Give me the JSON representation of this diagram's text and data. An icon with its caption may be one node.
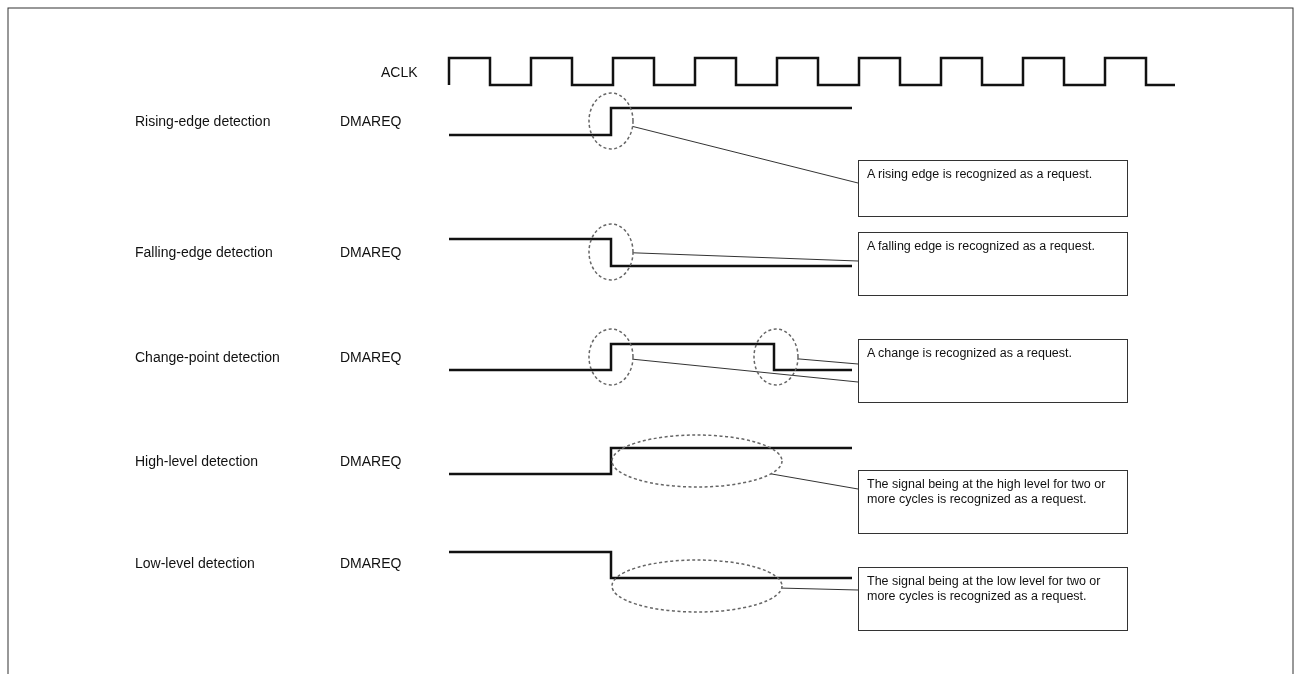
{
  "diagram": {
    "nodes": [
      {
        "text": [],
        "shape": "ellipse"
      },
      {
        "text": [
          "A rising edge is recognized as a request."
        ]
      },
      {
        "text": [],
        "shape": "ellipse"
      },
      {
        "text": [
          "A falling edge is recognized as a request."
        ]
      },
      {
        "text": [],
        "shape": "ellipse"
      },
      {
        "text": [],
        "shape": "ellipse"
      },
      {
        "text": [
          "A change is recognized as a request."
        ]
      },
      {
        "text": [],
        "shape": "ellipse"
      },
      {
        "text": [
          "The signal being at the high level for two or more cycles is recognized as a request."
        ]
      },
      {
        "text": [],
        "shape": "ellipse"
      },
      {
        "text": [
          "The signal being at the low level for two or more cycles is recognized as a request."
        ]
      }
    ],
    "edges": [
      {
        "from": 1,
        "to": 0,
        "arrow": "none"
      },
      {
        "from": 3,
        "to": 2,
        "arrow": "none"
      },
      {
        "from": 6,
        "to": 5,
        "arrow": "none"
      },
      {
        "from": 6,
        "to": 4,
        "arrow": "none"
      },
      {
        "from": 8,
        "to": 7,
        "arrow": "none"
      },
      {
        "from": 10,
        "to": 9,
        "arrow": "none"
      }
    ],
    "labels": [
      "ACLK",
      "Rising-edge detection",
      "DMAREQ",
      "Falling-edge detection",
      "DMAREQ",
      "Change-point detection",
      "DMAREQ",
      "High-level detection",
      "DMAREQ",
      "Low-level detection",
      "DMAREQ"
    ]
  }
}
